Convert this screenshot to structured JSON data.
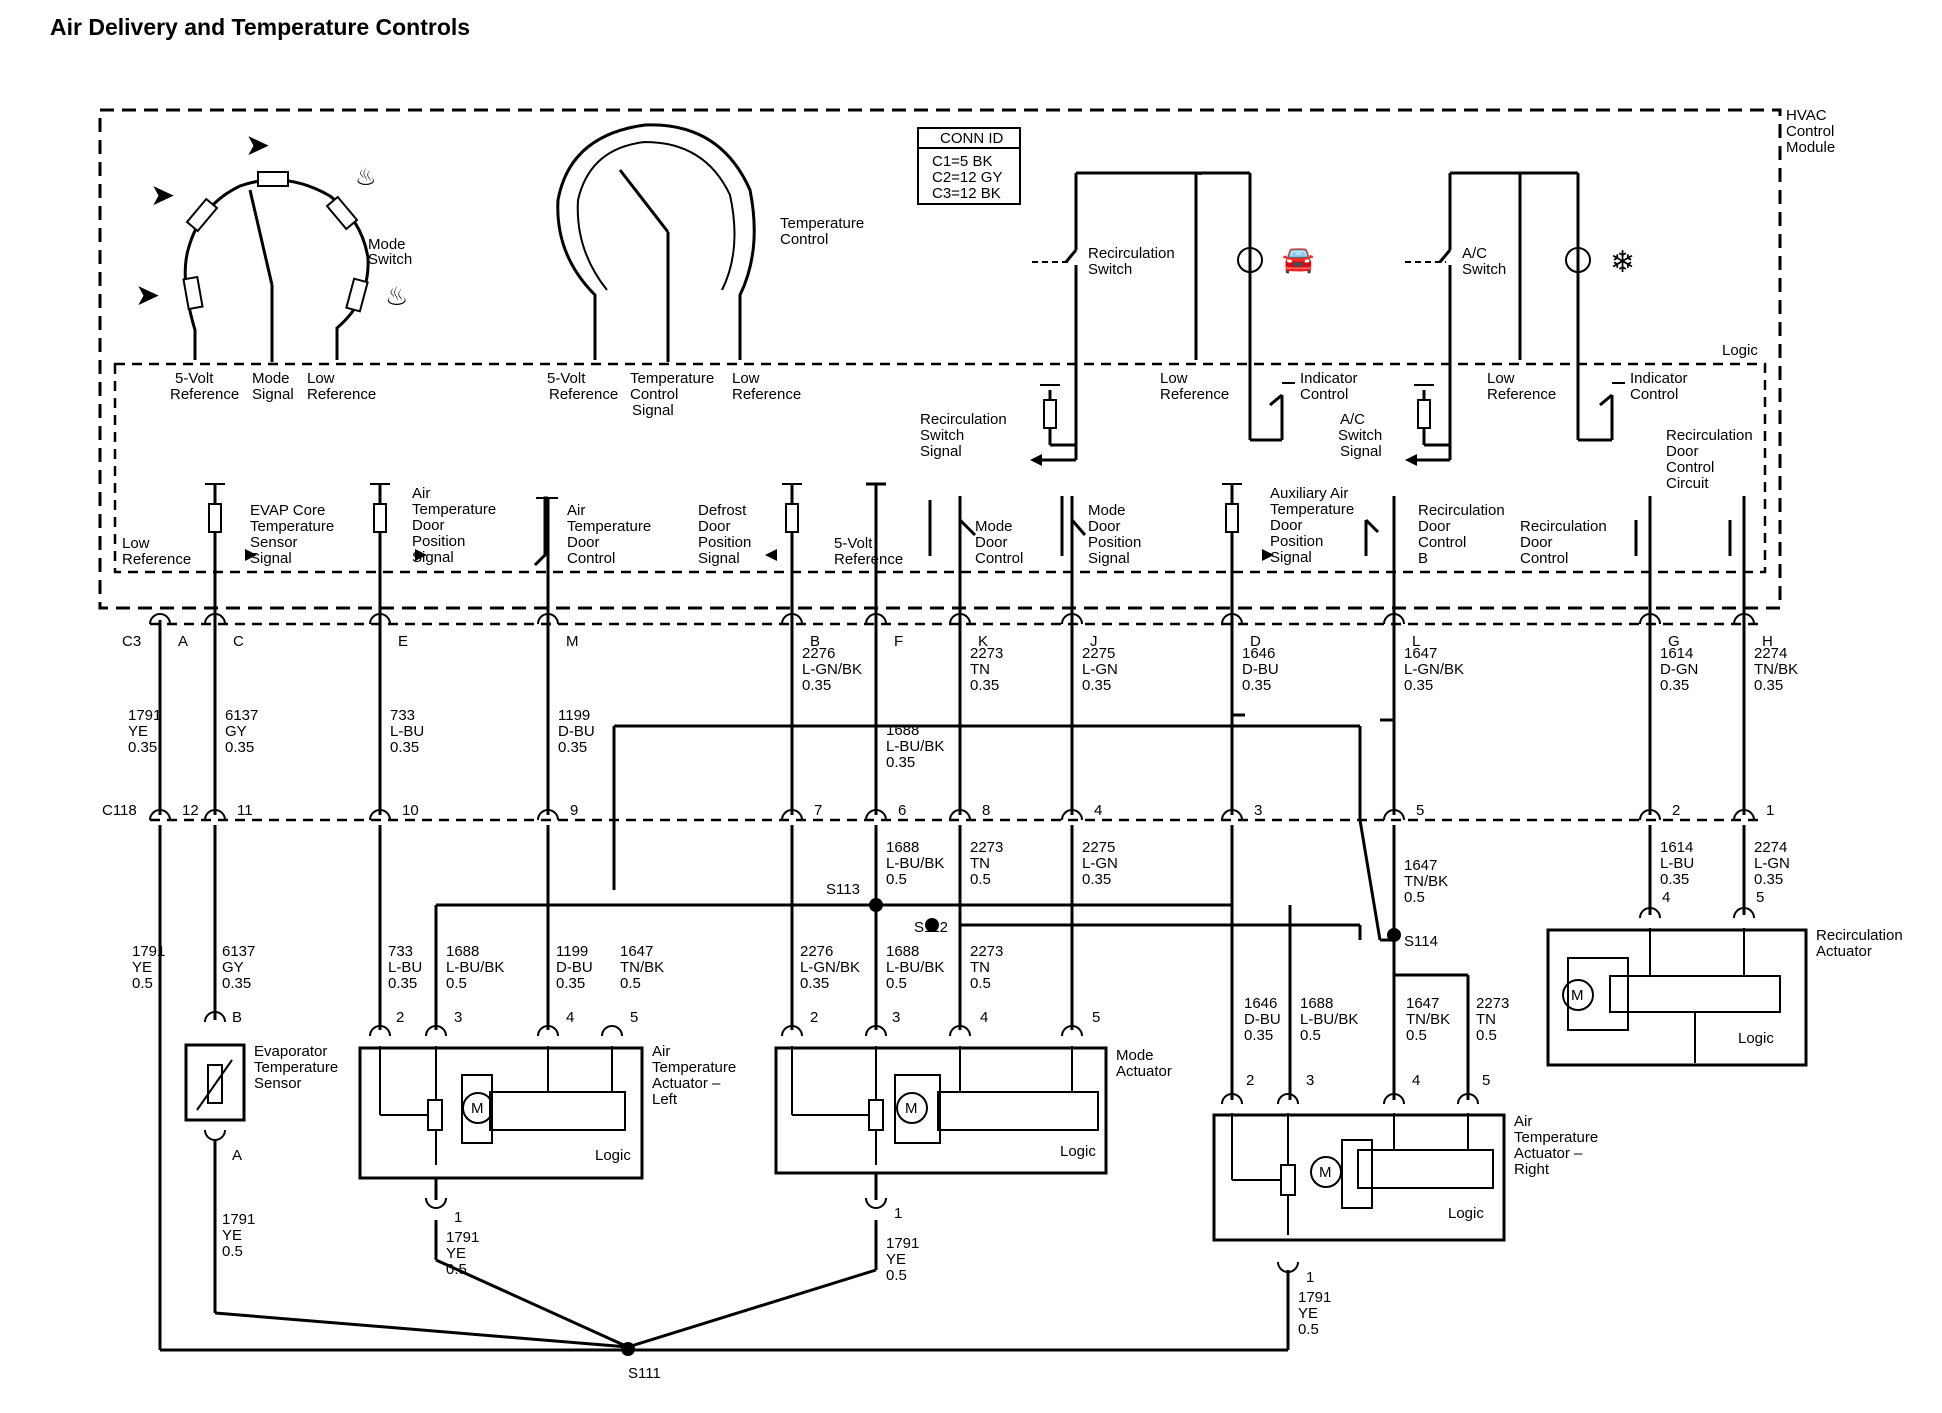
{
  "title": "Air Delivery and Temperature Controls",
  "module": {
    "name_lines": [
      "HVAC",
      "Control",
      "Module"
    ],
    "logic": "Logic"
  },
  "conn_id": {
    "header": "CONN ID",
    "lines": [
      "C1=5 BK",
      "C2=12 GY",
      "C3=12 BK"
    ]
  },
  "mode_switch": {
    "label_lines": [
      "Mode",
      "Switch"
    ],
    "pins": [
      [
        "5-Volt",
        "Reference"
      ],
      [
        "Mode",
        "Signal"
      ],
      [
        "Low",
        "Reference"
      ]
    ]
  },
  "temp_control": {
    "label_lines": [
      "Temperature",
      "Control"
    ],
    "pins": [
      [
        "5-Volt",
        "Reference"
      ],
      [
        "Temperature",
        "Control",
        "Signal"
      ],
      [
        "Low",
        "Reference"
      ]
    ]
  },
  "recirc_switch": {
    "label_lines": [
      "Recirculation",
      "Switch"
    ],
    "low_ref": [
      "Low",
      "Reference"
    ],
    "indicator": [
      "Indicator",
      "Control"
    ],
    "signal": [
      "Recirculation",
      "Switch",
      "Signal"
    ]
  },
  "ac_switch": {
    "label_lines": [
      "A/C",
      "Switch"
    ],
    "low_ref": [
      "Low",
      "Reference"
    ],
    "indicator": [
      "Indicator",
      "Control"
    ],
    "signal": [
      "A/C",
      "Switch",
      "Signal"
    ]
  },
  "internal_labels": {
    "low_ref": [
      "Low",
      "Reference"
    ],
    "evap": [
      "EVAP Core",
      "Temperature",
      "Sensor",
      "Signal"
    ],
    "air_door_pos": [
      "Air",
      "Temperature",
      "Door",
      "Position",
      "Signal"
    ],
    "air_door_ctrl": [
      "Air",
      "Temperature",
      "Door",
      "Control"
    ],
    "defrost": [
      "Defrost",
      "Door",
      "Position",
      "Signal"
    ],
    "five_volt": [
      "5-Volt",
      "Reference"
    ],
    "mode_door_ctrl": [
      "Mode",
      "Door",
      "Control"
    ],
    "mode_door_pos": [
      "Mode",
      "Door",
      "Position",
      "Signal"
    ],
    "aux_air": [
      "Auxiliary Air",
      "Temperature",
      "Door",
      "Position",
      "Signal"
    ],
    "recirc_b": [
      "Recirculation",
      "Door",
      "Control",
      "B"
    ],
    "recirc_ctrl": [
      "Recirculation",
      "Door",
      "Control"
    ],
    "recirc_circuit": [
      "Recirculation",
      "Door",
      "Control",
      "Circuit"
    ]
  },
  "connectors": {
    "c3": "C3",
    "c118": "C118"
  },
  "c3_pins": [
    "A",
    "C",
    "E",
    "M",
    "B",
    "F",
    "K",
    "J",
    "D",
    "L",
    "G",
    "H"
  ],
  "c118_pins": [
    "12",
    "11",
    "10",
    "9",
    "7",
    "6",
    "8",
    "4",
    "3",
    "5",
    "2",
    "1"
  ],
  "upper_wires": [
    [
      "1791",
      "YE",
      "0.35"
    ],
    [
      "6137",
      "GY",
      "0.35"
    ],
    [
      "733",
      "L-BU",
      "0.35"
    ],
    [
      "1199",
      "D-BU",
      "0.35"
    ],
    [
      "2276",
      "L-GN/BK",
      "0.35"
    ],
    [
      "1688",
      "L-BU/BK",
      "0.35"
    ],
    [
      "2273",
      "TN",
      "0.35"
    ],
    [
      "2275",
      "L-GN",
      "0.35"
    ],
    [
      "1646",
      "D-BU",
      "0.35"
    ],
    [
      "1647",
      "L-GN/BK",
      "0.35"
    ],
    [
      "1614",
      "D-GN",
      "0.35"
    ],
    [
      "2274",
      "TN/BK",
      "0.35"
    ]
  ],
  "lower_wires": {
    "f": [
      "1688",
      "L-BU/BK",
      "0.5"
    ],
    "k": [
      "2273",
      "TN",
      "0.5"
    ],
    "j": [
      "2275",
      "L-GN",
      "0.35"
    ],
    "l": [
      "1647",
      "TN/BK",
      "0.5"
    ],
    "g": [
      "1614",
      "L-BU",
      "0.35"
    ],
    "h": [
      "2274",
      "L-GN",
      "0.35"
    ]
  },
  "splices": {
    "s111": "S111",
    "s112": "S112",
    "s113": "S113",
    "s114": "S114"
  },
  "evap_sensor": {
    "label_lines": [
      "Evaporator",
      "Temperature",
      "Sensor"
    ],
    "pin_b": "B",
    "pin_a": "A",
    "wire_a": [
      "1791",
      "YE",
      "0.5"
    ],
    "wire_c": [
      "6137",
      "GY",
      "0.35"
    ]
  },
  "actuator_left": {
    "label_lines": [
      "Air",
      "Temperature",
      "Actuator –",
      "Left"
    ],
    "logic": "Logic",
    "motor": "M",
    "pins": [
      "1",
      "2",
      "3",
      "4",
      "5"
    ],
    "wires": [
      [
        "733",
        "L-BU",
        "0.35"
      ],
      [
        "1688",
        "L-BU/BK",
        "0.5"
      ],
      [
        "1199",
        "D-BU",
        "0.35"
      ],
      [
        "1647",
        "TN/BK",
        "0.5"
      ]
    ],
    "ground": [
      "1791",
      "YE",
      "0.5"
    ]
  },
  "actuator_mode": {
    "label_lines": [
      "Mode",
      "Actuator"
    ],
    "logic": "Logic",
    "motor": "M",
    "pins": [
      "1",
      "2",
      "3",
      "4",
      "5"
    ],
    "wires": [
      [
        "2276",
        "L-GN/BK",
        "0.35"
      ],
      [
        "1688",
        "L-BU/BK",
        "0.5"
      ],
      [
        "2273",
        "TN",
        "0.5"
      ]
    ],
    "ground": [
      "1791",
      "YE",
      "0.5"
    ]
  },
  "actuator_right": {
    "label_lines": [
      "Air",
      "Temperature",
      "Actuator –",
      "Right"
    ],
    "logic": "Logic",
    "motor": "M",
    "pins": [
      "1",
      "2",
      "3",
      "4",
      "5"
    ],
    "wires": [
      [
        "1646",
        "D-BU",
        "0.35"
      ],
      [
        "1688",
        "L-BU/BK",
        "0.5"
      ],
      [
        "1647",
        "TN/BK",
        "0.5"
      ],
      [
        "2273",
        "TN",
        "0.5"
      ]
    ],
    "ground": [
      "1791",
      "YE",
      "0.5"
    ]
  },
  "actuator_recirc": {
    "label_lines": [
      "Recirculation",
      "Actuator"
    ],
    "logic": "Logic",
    "motor": "M",
    "pins": [
      "4",
      "5"
    ]
  }
}
